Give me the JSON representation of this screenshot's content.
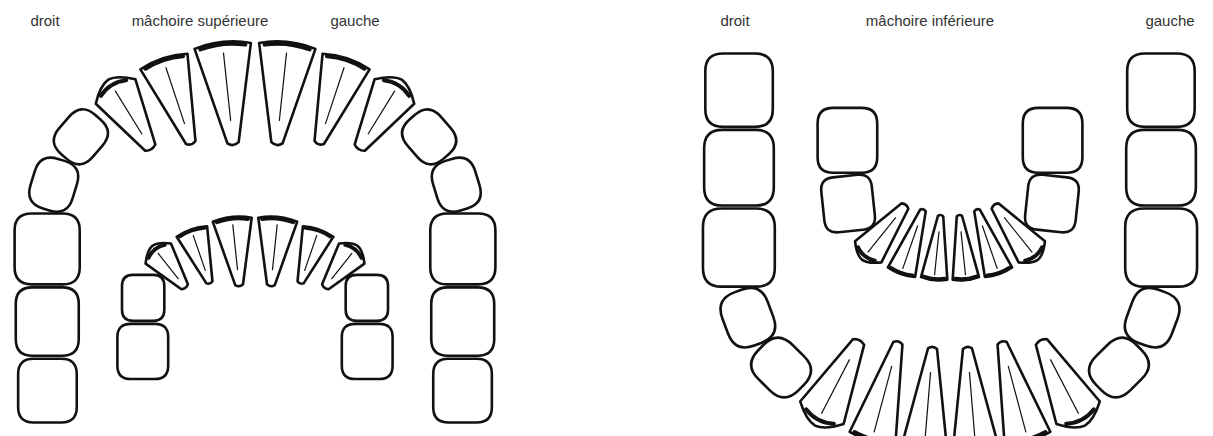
{
  "diagram": {
    "labels": [
      "droit",
      "mâchoire supérieure",
      "gauche",
      "droit",
      "mâchoire inférieure",
      "gauche"
    ]
  }
}
